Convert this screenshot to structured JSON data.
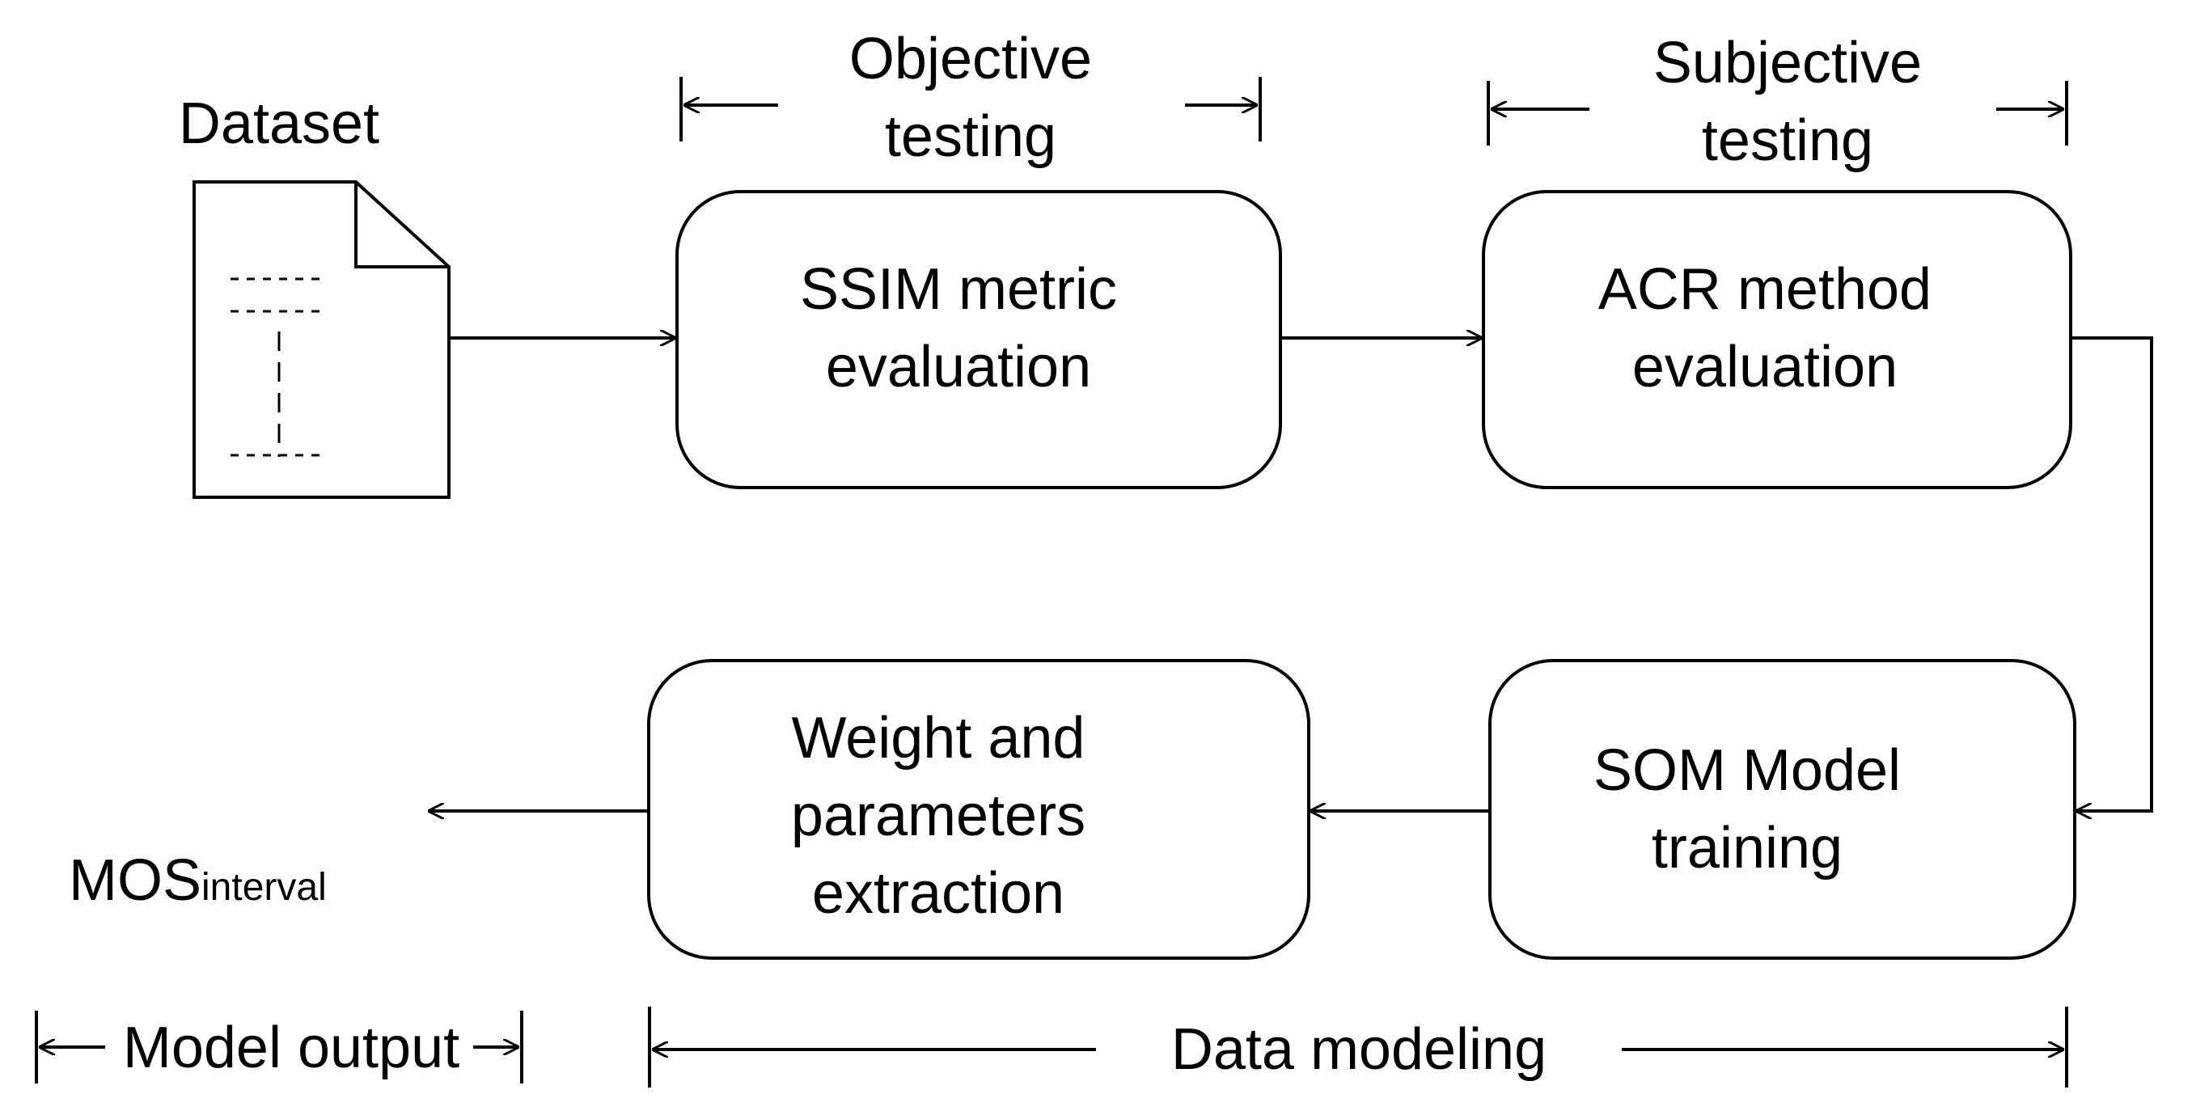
{
  "nodes": {
    "dataset_label": "Dataset",
    "ssim": "SSIM metric\nevaluation",
    "acr": "ACR method\nevaluation",
    "som": "SOM Model\ntraining",
    "weight": "Weight and\nparameters\nextraction"
  },
  "output": {
    "mos_main": "MOS",
    "mos_sub": "interval"
  },
  "spans": {
    "objective": "Objective\ntesting",
    "subjective": "Subjective\ntesting",
    "model_output": "Model output",
    "data_modeling": "Data modeling"
  }
}
